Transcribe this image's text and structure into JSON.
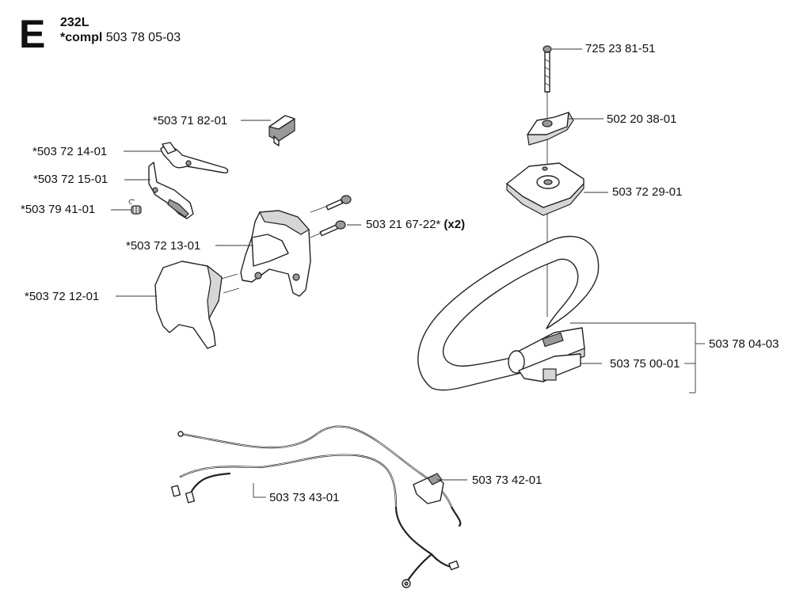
{
  "header": {
    "section_letter": "E",
    "model": "232L",
    "compl_prefix": "*compl",
    "compl_number": "503 78 05-03"
  },
  "parts": {
    "p_725_23_81_51": "725 23 81-51",
    "p_502_20_38_01": "502 20 38-01",
    "p_503_72_29_01": "503 72 29-01",
    "p_503_71_82_01": "*503 71 82-01",
    "p_503_72_14_01": "*503 72 14-01",
    "p_503_72_15_01": "*503 72 15-01",
    "p_503_79_41_01": "*503 79 41-01",
    "p_503_21_67_22": "503 21 67-22*",
    "p_503_21_67_22_qty": "(x2)",
    "p_503_72_13_01": "*503 72 13-01",
    "p_503_72_12_01": "*503 72 12-01",
    "p_503_78_04_03": "503 78 04-03",
    "p_503_75_00_01": "503 75 00-01",
    "p_503_73_42_01": "503 73 42-01",
    "p_503_73_43_01": "503 73 43-01"
  },
  "colors": {
    "ink": "#111111",
    "fill_dark": "#9a9a9a",
    "fill_mid": "#d6d6d6"
  }
}
